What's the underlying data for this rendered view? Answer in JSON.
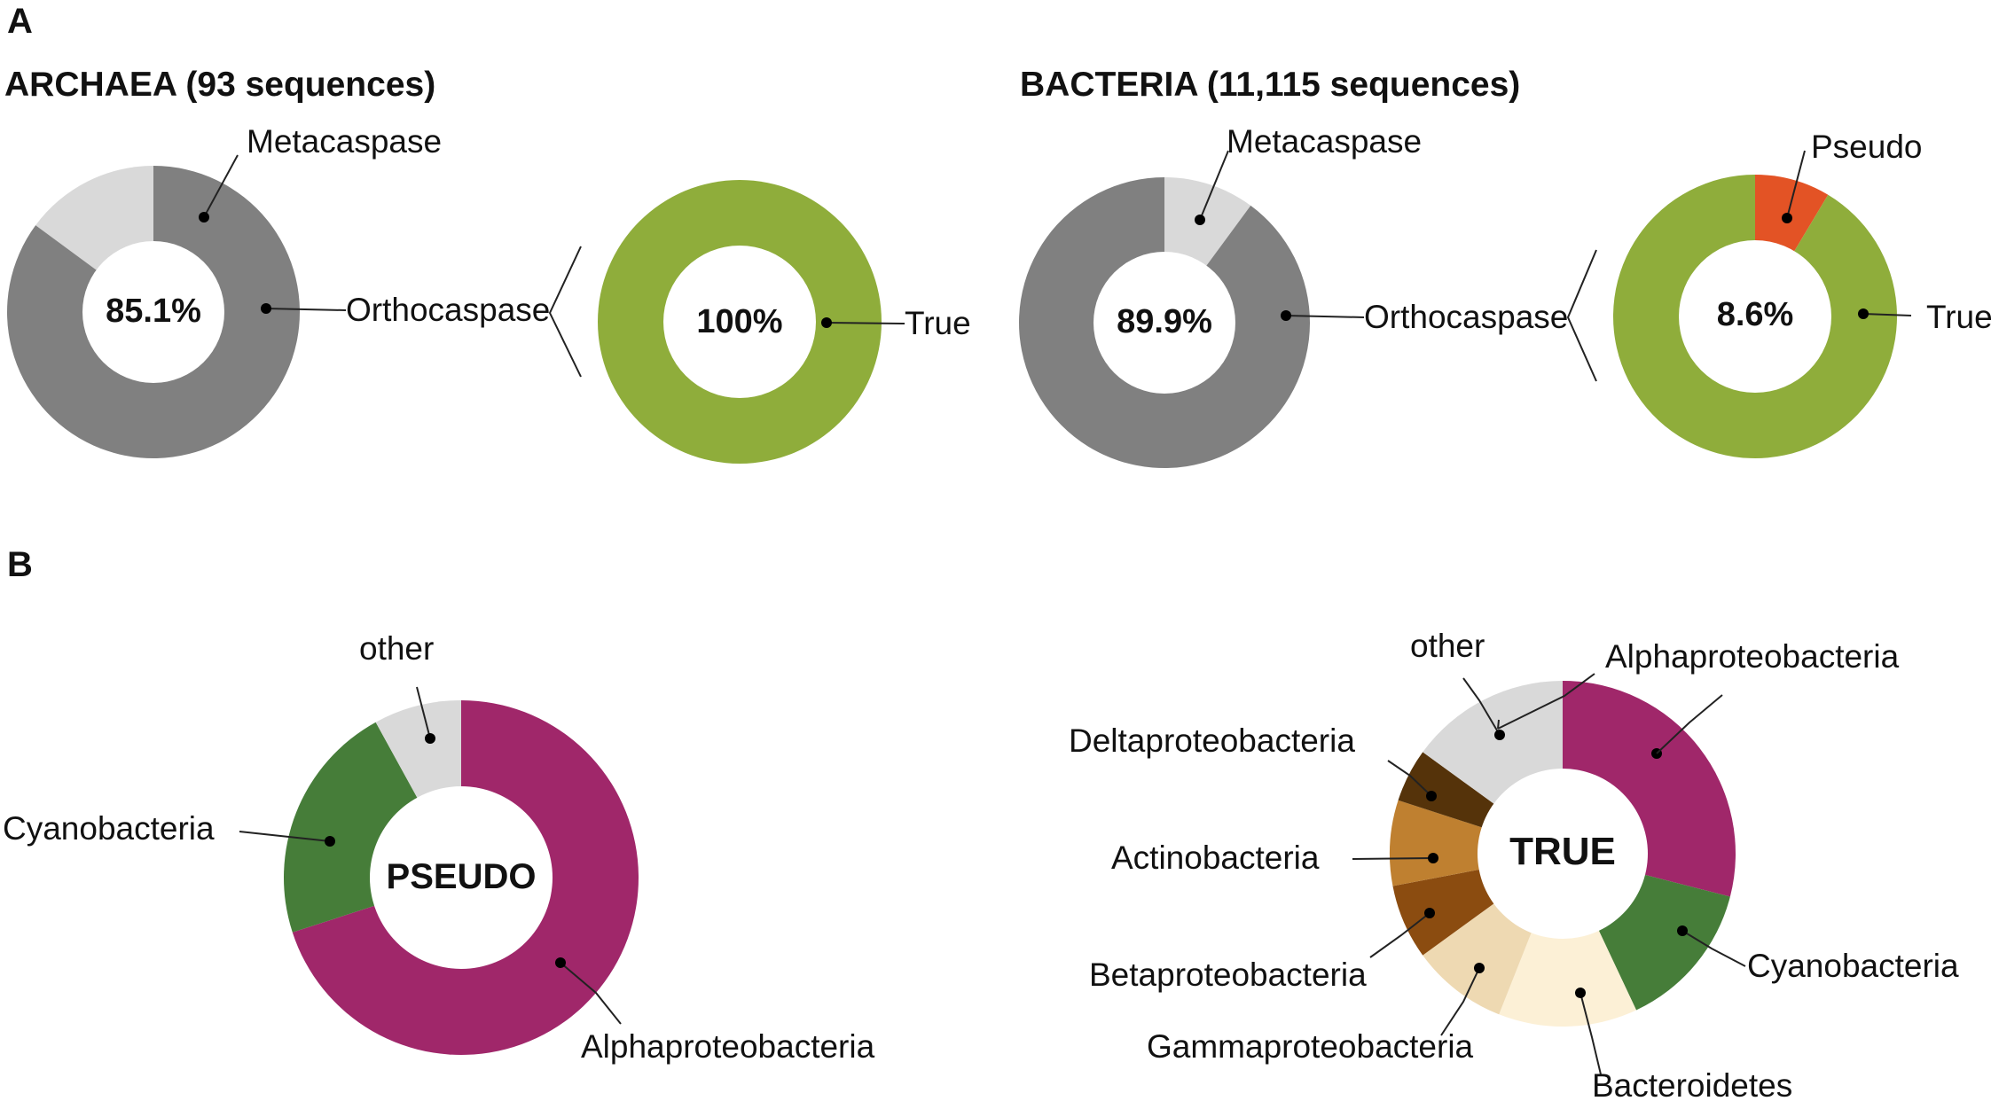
{
  "panels": {
    "a": "A",
    "b": "B"
  },
  "titles": {
    "archaea": "ARCHAEA (93 sequences)",
    "bacteria": "BACTERIA (11,115 sequences)"
  },
  "colors": {
    "metacaspase": "#d9d9d9",
    "orthocaspase": "#808080",
    "true": "#8fad3b",
    "pseudo": "#e35325",
    "alphaproteobacteria": "#a0276a",
    "cyanobacteria": "#467d39",
    "other": "#d9d9d9",
    "bacteroidetes": "#fcf0d6",
    "gammaproteobacteria": "#eed9b2",
    "betaproteobacteria": "#8b4c10",
    "actinobacteria": "#bf8030",
    "deltaproteobacteria": "#55330a",
    "center_grey": "#777777",
    "center_green": "#7f9e32",
    "center_orange": "#e35325"
  },
  "chart_data": [
    {
      "type": "pie",
      "id": "archaea_type",
      "title": "ARCHAEA (93 sequences)",
      "center_label": "85.1%",
      "slices": [
        {
          "label": "Metacaspase",
          "value": 14.9
        },
        {
          "label": "Orthocaspase",
          "value": 85.1
        }
      ]
    },
    {
      "type": "pie",
      "id": "archaea_ortho",
      "center_label": "100%",
      "slices": [
        {
          "label": "True",
          "value": 100
        }
      ]
    },
    {
      "type": "pie",
      "id": "bacteria_type",
      "title": "BACTERIA (11,115 sequences)",
      "center_label": "89.9%",
      "slices": [
        {
          "label": "Metacaspase",
          "value": 10.1
        },
        {
          "label": "Orthocaspase",
          "value": 89.9
        }
      ]
    },
    {
      "type": "pie",
      "id": "bacteria_ortho",
      "center_label": "8.6%",
      "slices": [
        {
          "label": "Pseudo",
          "value": 8.6
        },
        {
          "label": "True",
          "value": 91.4
        }
      ]
    },
    {
      "type": "pie",
      "id": "pseudo_taxa",
      "center_label": "PSEUDO",
      "slices": [
        {
          "label": "Alphaproteobacteria",
          "value": 70
        },
        {
          "label": "Cyanobacteria",
          "value": 22
        },
        {
          "label": "other",
          "value": 8
        }
      ]
    },
    {
      "type": "pie",
      "id": "true_taxa",
      "center_label": "TRUE",
      "slices": [
        {
          "label": "Alphaproteobacteria",
          "value": 29
        },
        {
          "label": "Cyanobacteria",
          "value": 14
        },
        {
          "label": "Bacteroidetes",
          "value": 13
        },
        {
          "label": "Gammaproteobacteria",
          "value": 9
        },
        {
          "label": "Betaproteobacteria",
          "value": 7
        },
        {
          "label": "Actinobacteria",
          "value": 8
        },
        {
          "label": "Deltaproteobacteria",
          "value": 5
        },
        {
          "label": "other",
          "value": 15
        }
      ]
    }
  ]
}
